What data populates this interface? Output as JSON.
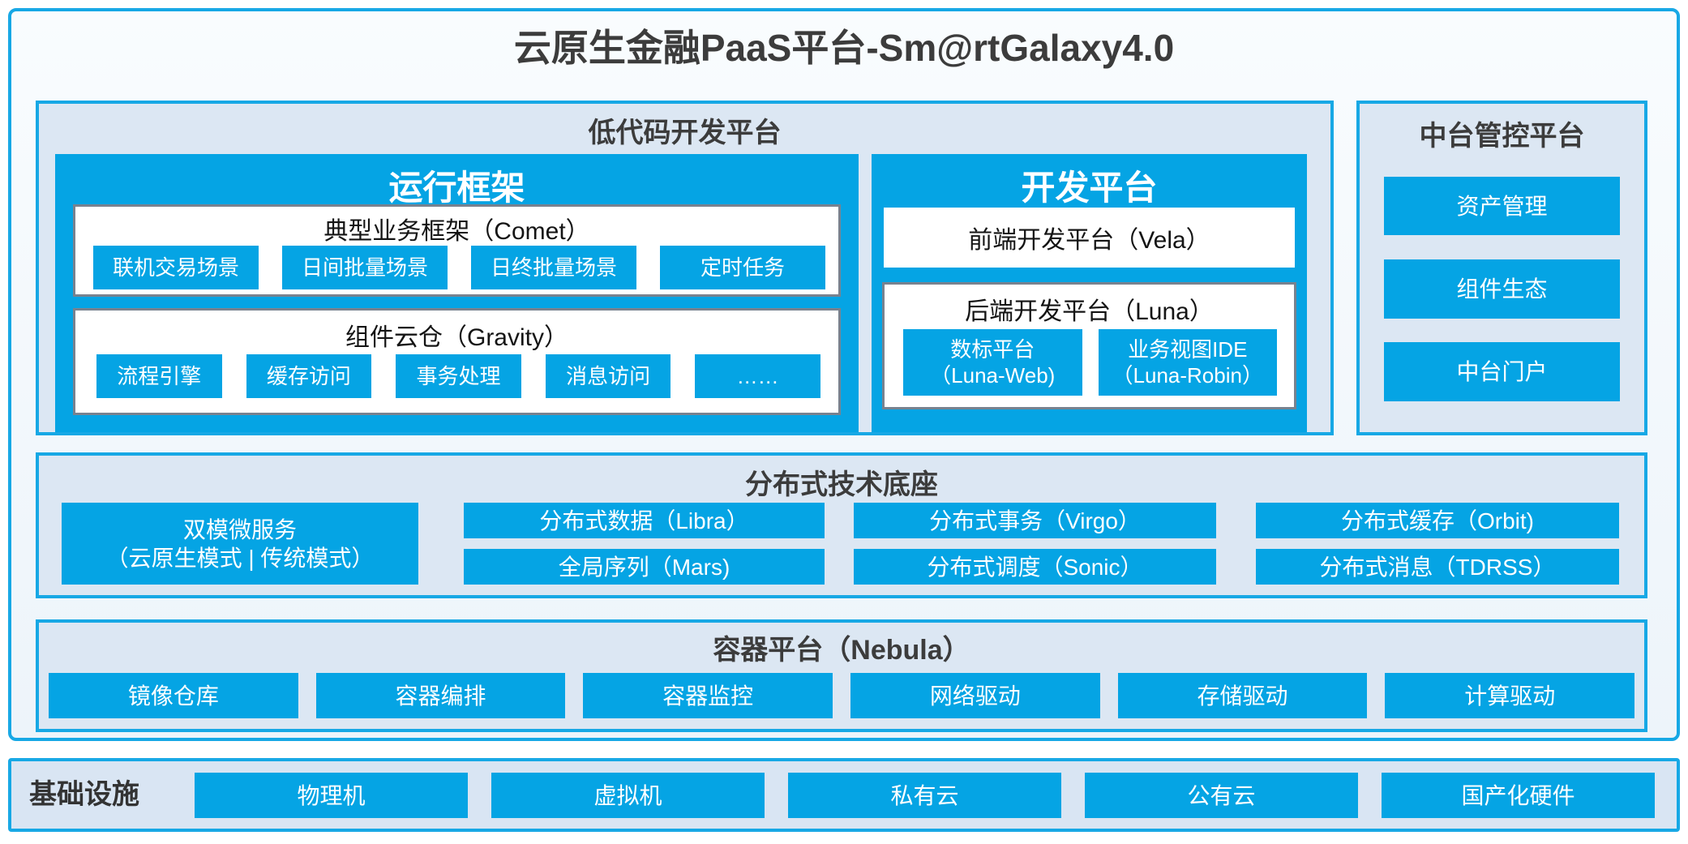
{
  "title": "云原生金融PaaS平台-Sm@rtGalaxy4.0",
  "colors": {
    "cyan_fill": "#05A4E4",
    "cyan_border": "#17A8E5",
    "panel_bg": "#DCE7F3",
    "gray_border": "#78828F",
    "dark_text": "#3C3C3C"
  },
  "lowcode": {
    "title": "低代码开发平台",
    "runtime": {
      "title": "运行框架",
      "comet": {
        "title": "典型业务框架（Comet）",
        "items": [
          "联机交易场景",
          "日间批量场景",
          "日终批量场景",
          "定时任务"
        ]
      },
      "gravity": {
        "title": "组件云仓（Gravity）",
        "items": [
          "流程引擎",
          "缓存访问",
          "事务处理",
          "消息访问",
          "……"
        ]
      }
    },
    "dev": {
      "title": "开发平台",
      "vela": "前端开发平台（Vela）",
      "luna": {
        "title": "后端开发平台（Luna）",
        "items": [
          {
            "name": "数标平台",
            "code": "（Luna-Web)"
          },
          {
            "name": "业务视图IDE",
            "code": "（Luna-Robin）"
          }
        ]
      }
    }
  },
  "midplatform": {
    "title": "中台管控平台",
    "items": [
      "资产管理",
      "组件生态",
      "中台门户"
    ]
  },
  "distributed": {
    "title": "分布式技术底座",
    "dual": {
      "line1": "双模微服务",
      "line2": "（云原生模式 | 传统模式）"
    },
    "columns": [
      {
        "top": "分布式数据（Libra）",
        "bottom": "全局序列（Mars)"
      },
      {
        "top": "分布式事务（Virgo）",
        "bottom": "分布式调度（Sonic）"
      },
      {
        "top": "分布式缓存（Orbit)",
        "bottom": "分布式消息（TDRSS）"
      }
    ]
  },
  "container_platform": {
    "title": "容器平台（Nebula）",
    "items": [
      "镜像仓库",
      "容器编排",
      "容器监控",
      "网络驱动",
      "存储驱动",
      "计算驱动"
    ]
  },
  "infrastructure": {
    "title": "基础设施",
    "items": [
      "物理机",
      "虚拟机",
      "私有云",
      "公有云",
      "国产化硬件"
    ]
  }
}
